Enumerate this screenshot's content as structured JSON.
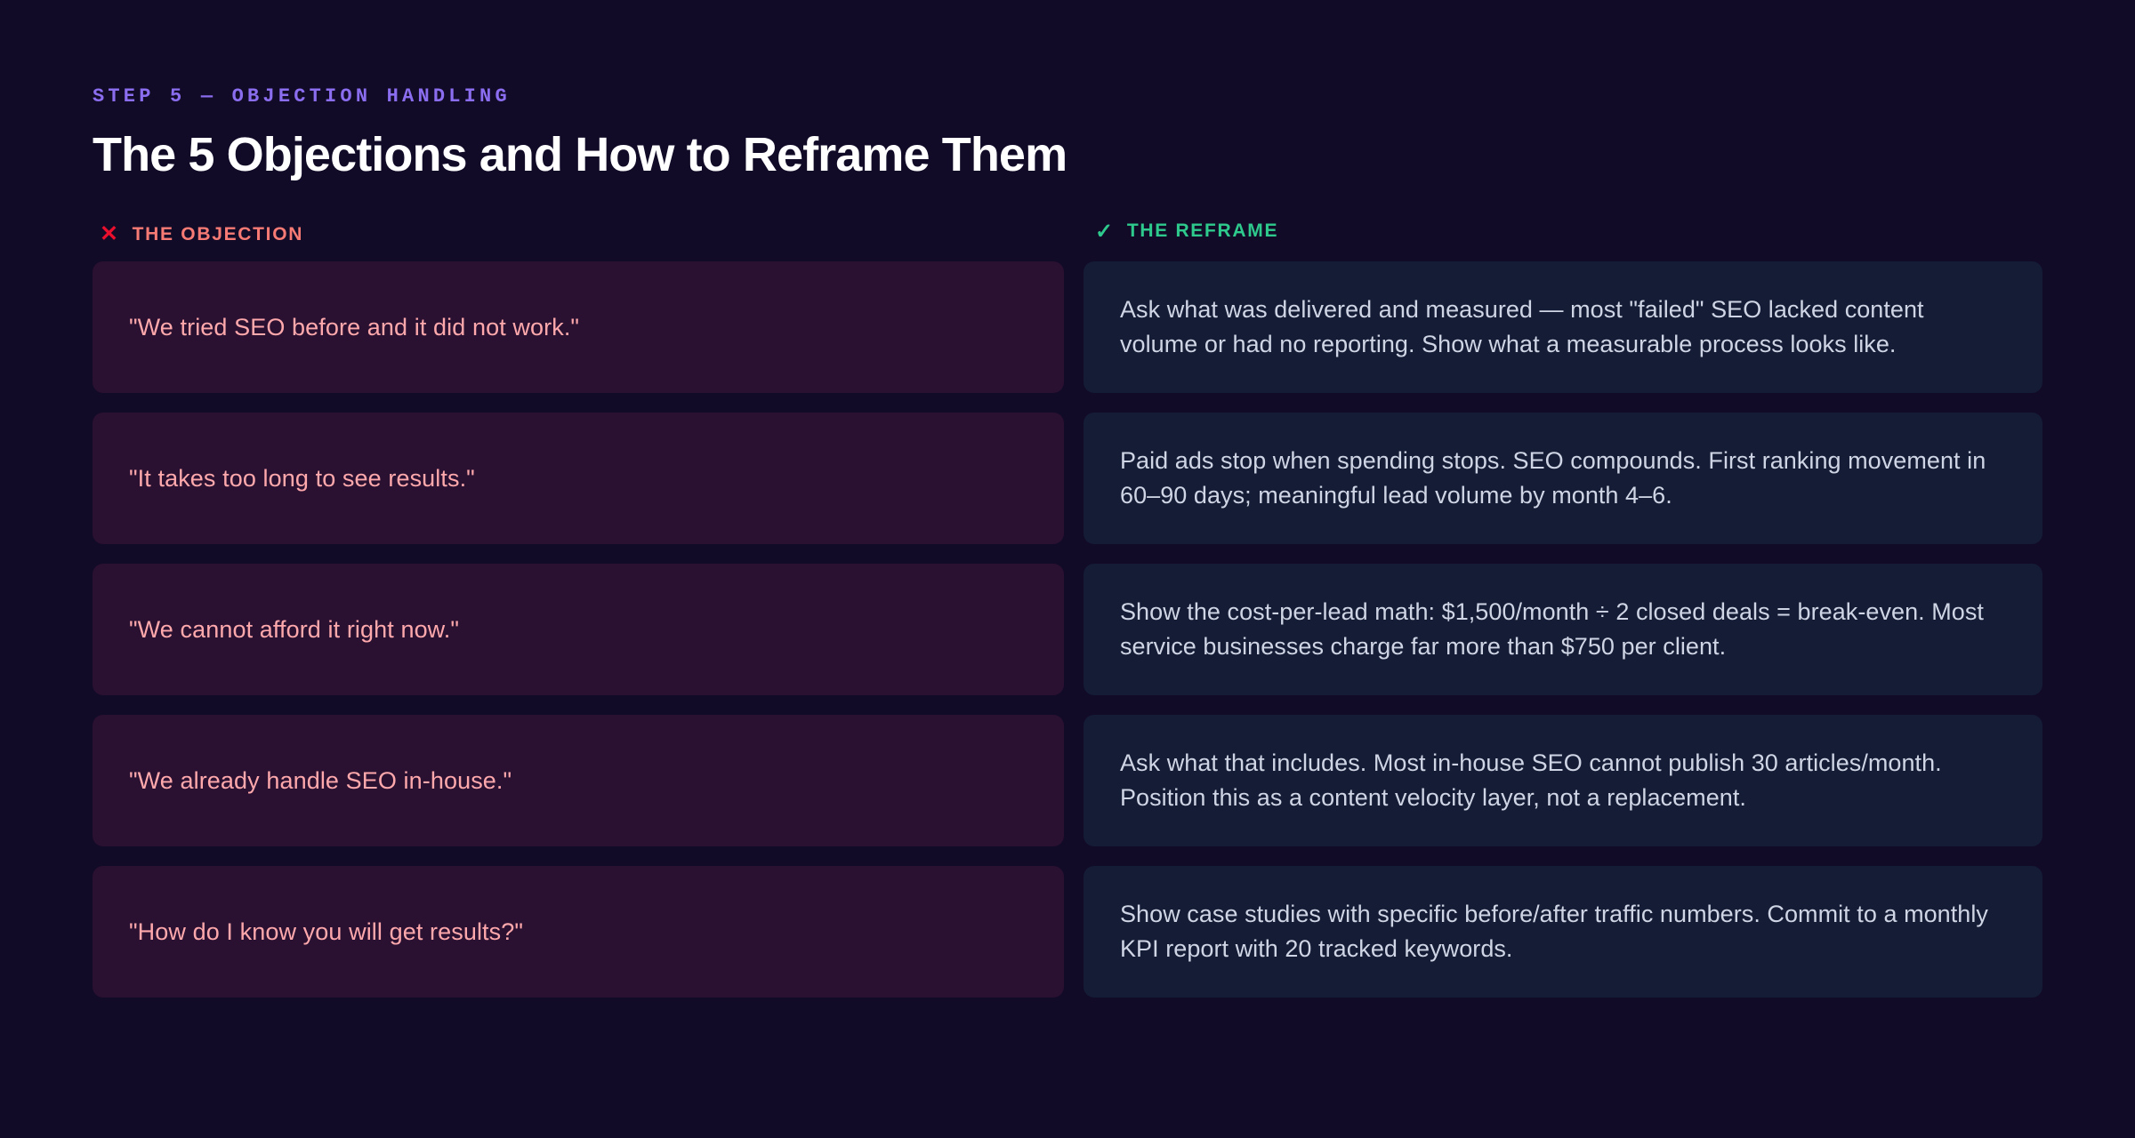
{
  "header": {
    "eyebrow": "STEP 5 — OBJECTION HANDLING",
    "title": "The 5 Objections and How to Reframe Them"
  },
  "columns": {
    "objection": {
      "icon": "cross-icon",
      "icon_glyph": "✕",
      "label": "THE OBJECTION",
      "color": "#f77b74",
      "icon_color": "#ea0f2c"
    },
    "reframe": {
      "icon": "check-icon",
      "icon_glyph": "✓",
      "label": "THE REFRAME",
      "color": "#2ec98c",
      "icon_color": "#2ec98c"
    }
  },
  "palette": {
    "page_background": "#120b28",
    "objection_cell_background": "#2a1031",
    "reframe_cell_background": "#141c36",
    "eyebrow_accent": "#8b6ef0",
    "title_color": "#ffffff",
    "objection_text_color": "#ffa9ac",
    "reframe_text_color": "#cfd5e4"
  },
  "rows": [
    {
      "objection": "\"We tried SEO before and it did not work.\"",
      "reframe": "Ask what was delivered and measured — most \"failed\" SEO lacked content volume or had no reporting. Show what a measurable process looks like."
    },
    {
      "objection": "\"It takes too long to see results.\"",
      "reframe": "Paid ads stop when spending stops. SEO compounds. First ranking movement in 60–90 days; meaningful lead volume by month 4–6."
    },
    {
      "objection": "\"We cannot afford it right now.\"",
      "reframe": "Show the cost-per-lead math: $1,500/month ÷ 2 closed deals = break-even. Most service businesses charge far more than $750 per client."
    },
    {
      "objection": "\"We already handle SEO in-house.\"",
      "reframe": "Ask what that includes. Most in-house SEO cannot publish 30 articles/month. Position this as a content velocity layer, not a replacement."
    },
    {
      "objection": "\"How do I know you will get results?\"",
      "reframe": "Show case studies with specific before/after traffic numbers. Commit to a monthly KPI report with 20 tracked keywords."
    }
  ]
}
